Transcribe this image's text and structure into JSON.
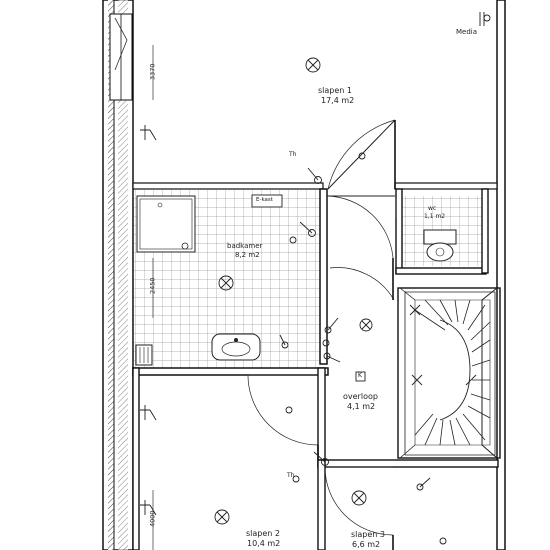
{
  "rooms": {
    "slapen1": {
      "name": "slapen 1",
      "area": "17,4 m2"
    },
    "badkamer": {
      "name": "badkamer",
      "area": "8,2 m2"
    },
    "overloop": {
      "name": "overloop",
      "area": "4,1 m2"
    },
    "slapen2": {
      "name": "slapen 2",
      "area": "10,4 m2"
    },
    "slapen3": {
      "name": "slapen 3",
      "area": "6,6 m2"
    },
    "wc": {
      "name": "wc",
      "area": "1,1 m2"
    }
  },
  "dimensions": {
    "top_left": "3370",
    "bath_left": "2450",
    "bottom_left": "4000"
  },
  "labels": {
    "media": "Media",
    "th_upper": "Th",
    "th_lower": "Th",
    "e_kast": "E-kast",
    "kv": "K"
  },
  "icon_names": [
    "ceiling-light-icon",
    "socket-icon",
    "switch-icon",
    "radiator-icon",
    "shower-icon",
    "toilet-icon",
    "sink-icon",
    "door-swing-icon",
    "staircase-icon",
    "thermostat-icon"
  ]
}
